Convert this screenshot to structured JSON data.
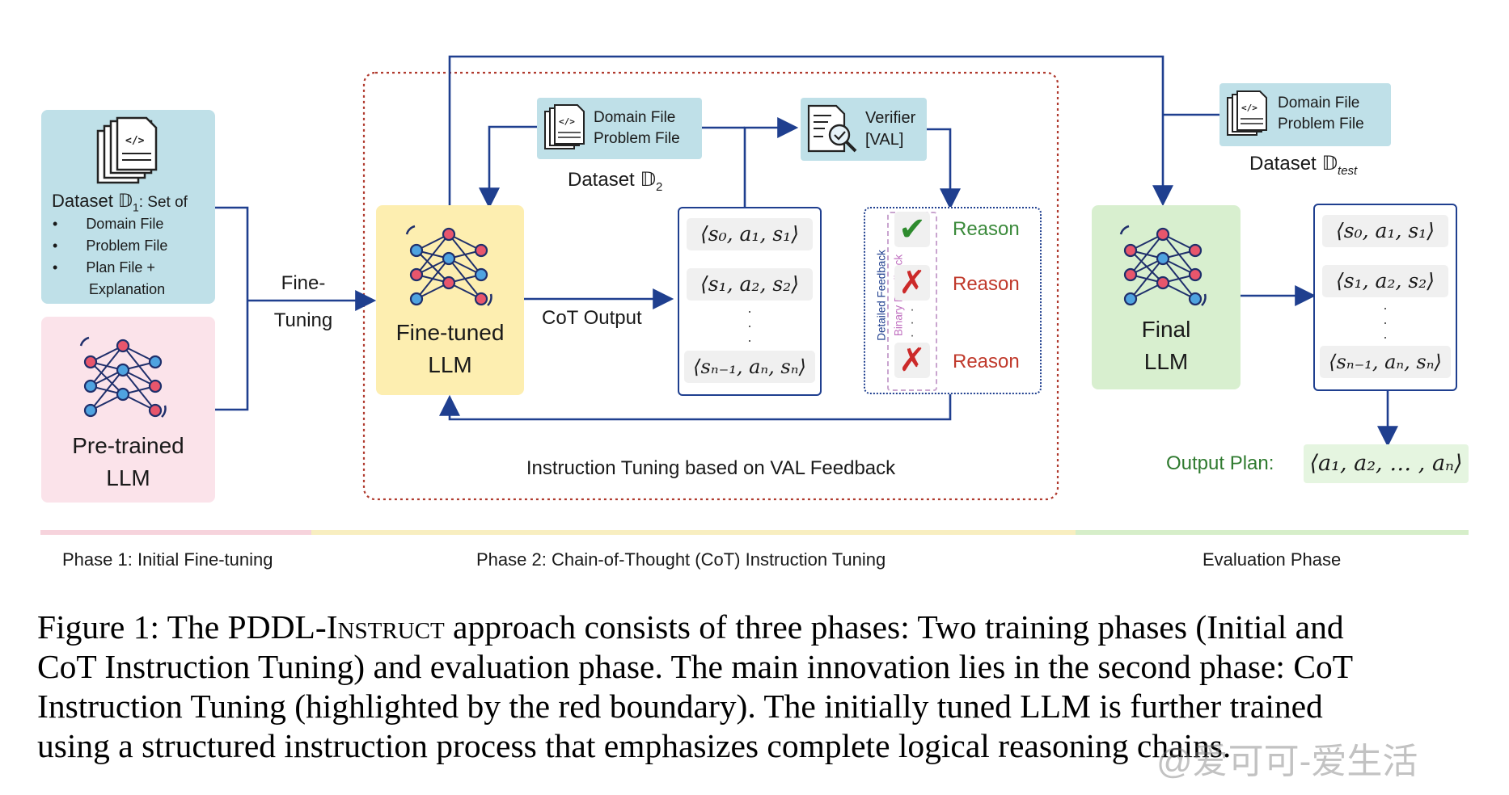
{
  "phase1": {
    "dataset_title": "Dataset 𝔻",
    "dataset_sub": "1",
    "dataset_suffix": ": Set of",
    "dataset_items": [
      "Domain File",
      "Problem File",
      "Plan File +",
      "Explanation"
    ],
    "pretrained_label": [
      "Pre-trained",
      "LLM"
    ],
    "finetuning_label": [
      "Fine-",
      "Tuning"
    ]
  },
  "phase2": {
    "domain_file": "Domain File",
    "problem_file": "Problem File",
    "dataset2_label": "Dataset 𝔻",
    "dataset2_sub": "2",
    "finetuned_label": [
      "Fine-tuned",
      "LLM"
    ],
    "verifier_label": [
      "Verifier",
      "[VAL]"
    ],
    "cot_output_label": "CoT Output",
    "cot_seq": [
      "⟨s₀, a₁, s₁⟩",
      "⟨s₁, a₂, s₂⟩",
      "⟨sₙ₋₁, aₙ, sₙ⟩"
    ],
    "detailed_feedback": "Detailed Feedback",
    "binary_feedback": "Binary Feedback",
    "reason": [
      "Reason",
      "Reason",
      "Reason"
    ],
    "loop_label": "Instruction Tuning based on VAL Feedback"
  },
  "evaluation": {
    "domain_file": "Domain File",
    "problem_file": "Problem File",
    "dataset_test_label": "Dataset 𝔻",
    "dataset_test_sub": "test",
    "final_label": [
      "Final",
      "LLM"
    ],
    "cot_seq": [
      "⟨s₀, a₁, s₁⟩",
      "⟨s₁, a₂, s₂⟩",
      "⟨sₙ₋₁, aₙ, sₙ⟩"
    ],
    "output_plan_label": "Output Plan:",
    "output_plan_value": "⟨a₁, a₂, … , aₙ⟩"
  },
  "phases": {
    "phase1": "Phase 1: Initial Fine-tuning",
    "phase2": "Phase 2: Chain-of-Thought (CoT) Instruction Tuning",
    "evaluation": "Evaluation Phase"
  },
  "caption": {
    "lead": "Figure 1: The PDDL-",
    "smallcaps": "Instruct",
    "line1_rest": " approach consists of three phases: Two training phases (Initial and",
    "line2": "CoT Instruction Tuning) and evaluation phase. The main innovation lies in the second phase: CoT",
    "line3": "Instruction Tuning (highlighted by the red boundary). The initially tuned LLM is further trained",
    "line4": "using a structured instruction process that emphasizes complete logical reasoning chains."
  },
  "watermark": "@爱可可-爱生活",
  "colors": {
    "arrow": "#1f3f8f",
    "dataset_bg": "#bfe0e8",
    "pretrained_bg": "#fbe3ea",
    "finetuned_bg": "#fdeeb0",
    "final_bg": "#d8efcf",
    "red_border": "#b03a2e",
    "reason_green": "#3b8a3b",
    "reason_red": "#c0392b",
    "check_green": "#2e8b2e",
    "cross_red": "#cc2a2a",
    "bar_pink": "#f6d3dc",
    "bar_yellow": "#f8eec0",
    "bar_green": "#d6eec9",
    "output_bg": "#e5f5e0"
  }
}
